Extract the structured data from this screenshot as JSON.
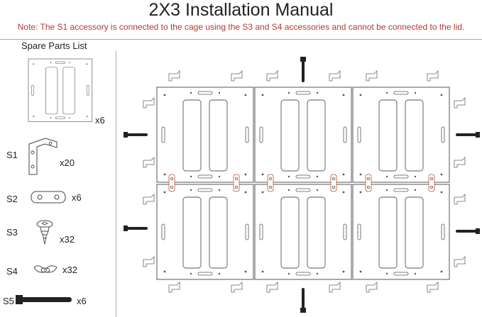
{
  "title": "2X3  Installation Manual",
  "note": "Note: The S1 accessory is connected to the cage using the S3 and S4 accessories and cannot be connected to the lid.",
  "spare_parts": {
    "heading": "Spare Parts List",
    "panel_qty": "x6",
    "items": [
      {
        "code": "S1",
        "qty": "x20"
      },
      {
        "code": "S2",
        "qty": "x6"
      },
      {
        "code": "S3",
        "qty": "x32"
      },
      {
        "code": "S4",
        "qty": "x32"
      },
      {
        "code": "S5",
        "qty": "x6"
      }
    ]
  },
  "colors": {
    "accent": "#b03a2e",
    "connector": "#c8744a",
    "line": "#555555"
  }
}
